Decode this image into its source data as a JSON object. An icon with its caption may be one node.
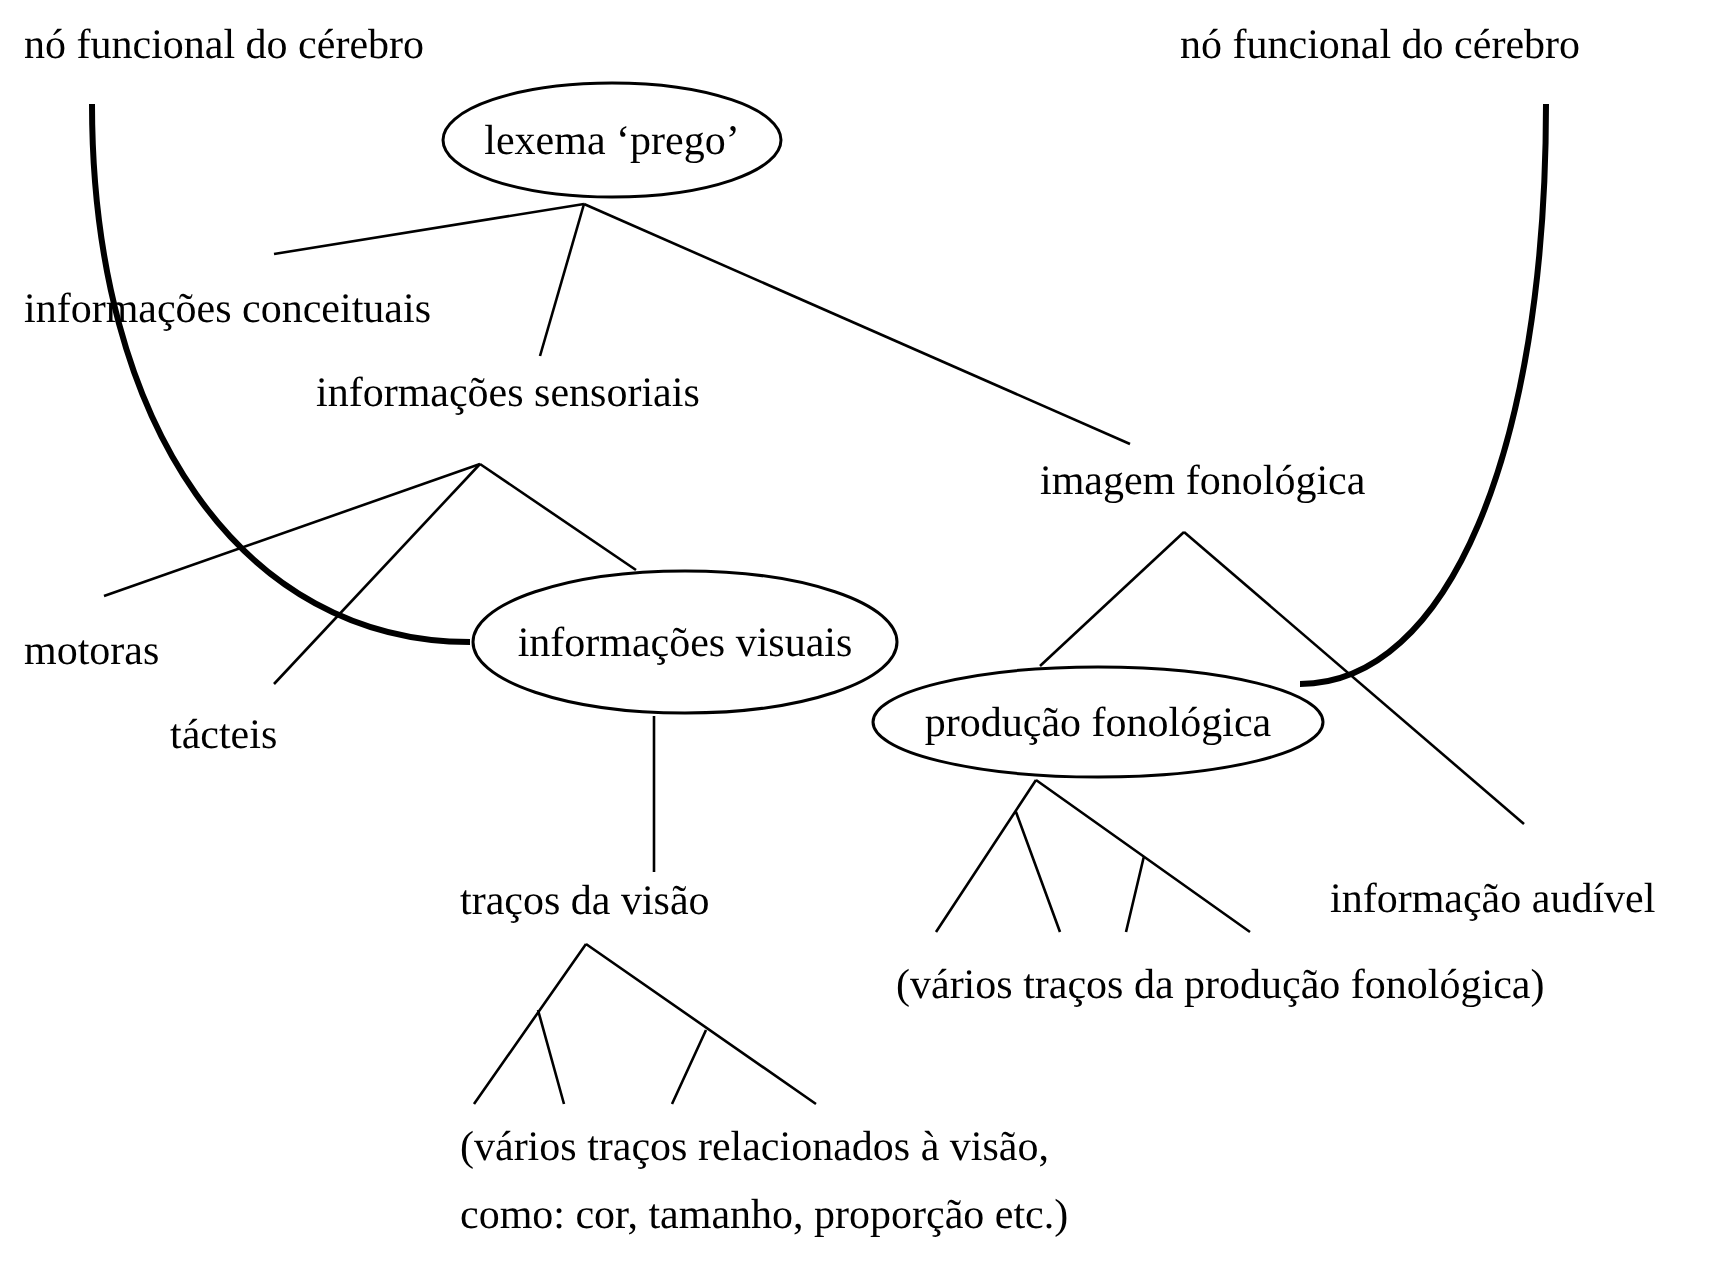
{
  "diagram": {
    "nodes": [
      {
        "text": [
          "nó funcional do cérebro"
        ]
      },
      {
        "text": [
          "lexema ‘prego’"
        ]
      },
      {
        "text": [
          "informações conceituais"
        ]
      },
      {
        "text": [
          "informações sensoriais"
        ]
      },
      {
        "text": [
          "imagem fonológica"
        ]
      },
      {
        "text": [
          "motoras"
        ]
      },
      {
        "text": [
          "tácteis"
        ]
      },
      {
        "text": [
          "informações visuais"
        ]
      },
      {
        "text": [
          "produção fonológica"
        ]
      },
      {
        "text": [
          "informação audível"
        ]
      },
      {
        "text": [
          "traços da visão"
        ]
      },
      {
        "text": [
          "(vários traços da produção fonológica)"
        ]
      },
      {
        "text": [
          "(vários traços relacionados à visão, como: cor, tamanho, proporção etc.)"
        ]
      },
      {
        "text": [
          "nó funcional do cérebro"
        ]
      }
    ],
    "edges": [
      {
        "from": 1,
        "to": 2,
        "arrow": "none"
      },
      {
        "from": 1,
        "to": 3,
        "arrow": "none"
      },
      {
        "from": 1,
        "to": 4,
        "arrow": "none"
      },
      {
        "from": 3,
        "to": 5,
        "arrow": "none"
      },
      {
        "from": 3,
        "to": 6,
        "arrow": "none"
      },
      {
        "from": 3,
        "to": 7,
        "arrow": "none"
      },
      {
        "from": 0,
        "to": 7,
        "arrow": "none",
        "style": "thick"
      },
      {
        "from": 4,
        "to": 8,
        "arrow": "none"
      },
      {
        "from": 4,
        "to": 9,
        "arrow": "none"
      },
      {
        "from": 13,
        "to": 8,
        "arrow": "none",
        "style": "thick"
      },
      {
        "from": 7,
        "to": 10,
        "arrow": "none"
      },
      {
        "from": 10,
        "to": 12,
        "arrow": "none"
      },
      {
        "from": 8,
        "to": 11,
        "arrow": "none"
      }
    ]
  }
}
